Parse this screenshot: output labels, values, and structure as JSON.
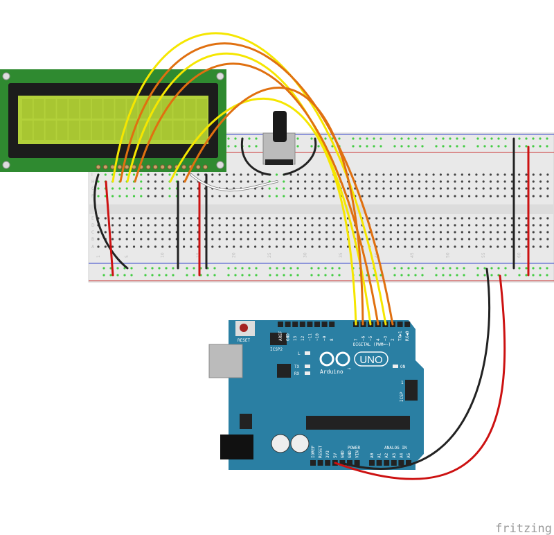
{
  "colors": {
    "yellow": "#f5e600",
    "orange": "#e07010",
    "red": "#cc1111",
    "black": "#222222",
    "arduino": "#2a7fa3",
    "lcd_pcb": "#2f8a30",
    "lcd_screen": "#b3d13a",
    "breadboard": "#e9e9e9"
  },
  "breadboard": {
    "row_labels_top": [
      "J",
      "I",
      "H",
      "G",
      "F"
    ],
    "row_labels_bottom": [
      "E",
      "D",
      "C",
      "B",
      "A"
    ],
    "column_numbers": [
      "1",
      "5",
      "10",
      "15",
      "20",
      "25",
      "30",
      "35",
      "40",
      "45",
      "50",
      "55",
      "60"
    ]
  },
  "arduino": {
    "reset_label": "RESET",
    "icsp2_label": "ICSP2",
    "digital_pins": [
      "AREF",
      "GND",
      "13",
      "12",
      "~11",
      "~10",
      "~9",
      "8",
      "7",
      "~6",
      "~5",
      "4",
      "~3",
      "2",
      "TX▶1",
      "RX◀0"
    ],
    "digital_label": "DIGITAL (PWM=~)",
    "led_l": "L",
    "led_tx": "TX",
    "led_rx": "RX",
    "led_on": "ON",
    "logo_model": "UNO",
    "logo_brand": "Arduino",
    "logo_tm": "TM",
    "icsp_label": "ICSP",
    "icsp_pin1": "1",
    "power_pins": [
      "IOREF",
      "RESET",
      "3V3",
      "5V",
      "GND",
      "GND",
      "VIN"
    ],
    "power_label": "POWER",
    "analog_pins": [
      "A0",
      "A1",
      "A2",
      "A3",
      "A4",
      "A5"
    ],
    "analog_label": "ANALOG IN"
  },
  "watermark": "fritzing"
}
